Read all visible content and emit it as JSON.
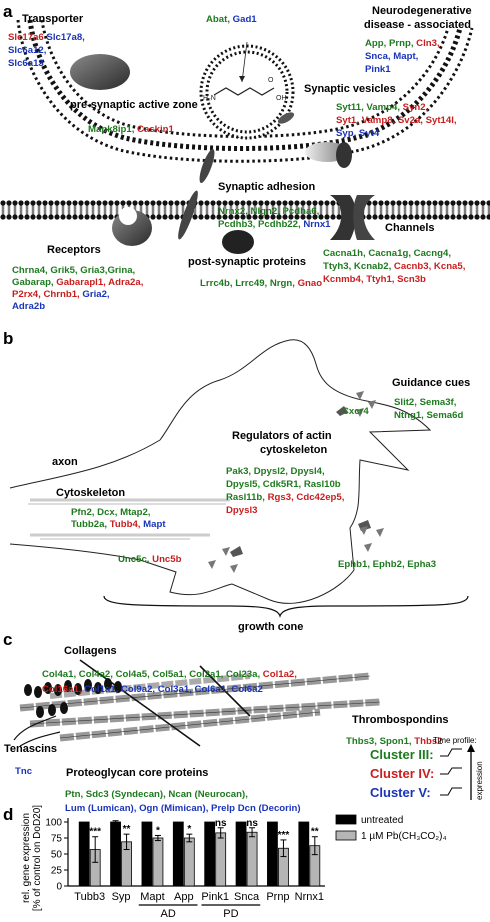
{
  "panels": {
    "a": "a",
    "b": "b",
    "c": "c",
    "d": "d"
  },
  "panel_a": {
    "transporter": {
      "title": "Transporter",
      "genes": [
        [
          {
            "t": "Slc17a6",
            "c": "red"
          },
          {
            "t": "Slc17a8,",
            "c": "blue"
          }
        ],
        [
          {
            "t": "Slc6a12,",
            "c": "blue"
          }
        ],
        [
          {
            "t": "Slc6a13",
            "c": "blue"
          }
        ]
      ]
    },
    "abat": [
      {
        "t": "Abat,",
        "c": "green"
      },
      {
        "t": "Gad1",
        "c": "blue"
      }
    ],
    "neuro": {
      "title1": "Neurodegenerative",
      "title2": "disease - associated",
      "genes": [
        [
          {
            "t": "App,",
            "c": "green"
          },
          {
            "t": "Prnp,",
            "c": "green"
          },
          {
            "t": "Cln3,",
            "c": "red"
          }
        ],
        [
          {
            "t": "Snca,",
            "c": "blue"
          },
          {
            "t": "Mapt,",
            "c": "blue"
          }
        ],
        [
          {
            "t": "Pink1",
            "c": "blue"
          }
        ]
      ]
    },
    "active_zone": {
      "title": "pre-synaptic active zone",
      "genes": [
        [
          {
            "t": "Mapk8ip1,",
            "c": "green"
          },
          {
            "t": "Caskin1",
            "c": "red"
          }
        ]
      ]
    },
    "vesicles": {
      "title": "Synaptic vesicles",
      "genes": [
        [
          {
            "t": "Syt11,",
            "c": "green"
          },
          {
            "t": "Vamp4,",
            "c": "green"
          },
          {
            "t": "Syn2,",
            "c": "red"
          }
        ],
        [
          {
            "t": "Syt1,",
            "c": "red"
          },
          {
            "t": "Vamp8,",
            "c": "red"
          },
          {
            "t": "Sv2a,",
            "c": "red"
          },
          {
            "t": "Syt14l,",
            "c": "red"
          }
        ],
        [
          {
            "t": "Syp,",
            "c": "blue"
          },
          {
            "t": "Syt4",
            "c": "blue"
          }
        ]
      ]
    },
    "adhesion": {
      "title": "Synaptic adhesion",
      "genes": [
        [
          {
            "t": "Nrnx2,",
            "c": "green"
          },
          {
            "t": "Nlgn2,",
            "c": "green"
          },
          {
            "t": "Pcdha6,",
            "c": "green"
          }
        ],
        [
          {
            "t": "Pcdhb3,",
            "c": "green"
          },
          {
            "t": "Pcdhb22,",
            "c": "green"
          },
          {
            "t": "Nrnx1",
            "c": "blue"
          }
        ]
      ]
    },
    "receptors": {
      "title": "Receptors",
      "genes": [
        [
          {
            "t": "Chrna4,",
            "c": "green"
          },
          {
            "t": "Grik5,",
            "c": "green"
          },
          {
            "t": "Gria3,Grina,",
            "c": "green"
          }
        ],
        [
          {
            "t": "Gabarap,",
            "c": "green"
          },
          {
            "t": "Gabarapl1,",
            "c": "red"
          },
          {
            "t": "Adra2a,",
            "c": "red"
          }
        ],
        [
          {
            "t": "P2rx4,",
            "c": "red"
          },
          {
            "t": "Chrnb1,",
            "c": "red"
          },
          {
            "t": "Gria2,",
            "c": "blue"
          }
        ],
        [
          {
            "t": "Adra2b",
            "c": "blue"
          }
        ]
      ]
    },
    "postsyn": {
      "title": "post-synaptic proteins",
      "genes": [
        [
          {
            "t": "Lrrc4b,",
            "c": "green"
          },
          {
            "t": "Lrrc49,",
            "c": "green"
          },
          {
            "t": "Nrgn,",
            "c": "green"
          },
          {
            "t": "Gnao",
            "c": "red"
          }
        ]
      ]
    },
    "channels": {
      "title": "Channels",
      "genes": [
        [
          {
            "t": "Cacna1h,",
            "c": "green"
          },
          {
            "t": "Cacna1g,",
            "c": "green"
          },
          {
            "t": "Cacng4,",
            "c": "green"
          }
        ],
        [
          {
            "t": "Ttyh3,",
            "c": "green"
          },
          {
            "t": "Kcnab2,",
            "c": "green"
          },
          {
            "t": "Cacnb3,",
            "c": "red"
          },
          {
            "t": "Kcna5,",
            "c": "red"
          }
        ],
        [
          {
            "t": "Kcnmb4,",
            "c": "red"
          },
          {
            "t": "Ttyh1,",
            "c": "red"
          },
          {
            "t": "Scn3b",
            "c": "red"
          }
        ]
      ]
    }
  },
  "panel_b": {
    "axon": "axon",
    "guidance": {
      "title": "Guidance cues",
      "genes": [
        [
          {
            "t": "Slit2,",
            "c": "green"
          },
          {
            "t": "Sema3f,",
            "c": "green"
          }
        ],
        [
          {
            "t": "Ntng1,",
            "c": "green"
          },
          {
            "t": "Sema6d",
            "c": "green"
          }
        ]
      ]
    },
    "cxcr4": [
      {
        "t": "Cxcr4",
        "c": "green"
      }
    ],
    "actin": {
      "title1": "Regulators of actin",
      "title2": "cytoskeleton",
      "genes": [
        [
          {
            "t": "Pak3,",
            "c": "green"
          },
          {
            "t": "Dpysl2,",
            "c": "green"
          },
          {
            "t": "Dpysl4,",
            "c": "green"
          }
        ],
        [
          {
            "t": "Dpysl5,",
            "c": "green"
          },
          {
            "t": "Cdk5R1,",
            "c": "green"
          },
          {
            "t": "Rasl10b",
            "c": "green"
          }
        ],
        [
          {
            "t": "Rasl11b,",
            "c": "green"
          },
          {
            "t": "Rgs3,",
            "c": "red"
          },
          {
            "t": "Cdc42ep5,",
            "c": "red"
          }
        ],
        [
          {
            "t": "Dpysl3",
            "c": "red"
          }
        ]
      ]
    },
    "cytoskeleton": {
      "title": "Cytoskeleton",
      "genes": [
        [
          {
            "t": "Pfn2,",
            "c": "green"
          },
          {
            "t": "Dcx,",
            "c": "green"
          },
          {
            "t": "Mtap2,",
            "c": "green"
          }
        ],
        [
          {
            "t": "Tubb2a,",
            "c": "green"
          },
          {
            "t": "Tubb4,",
            "c": "red"
          },
          {
            "t": "Mapt",
            "c": "blue"
          }
        ]
      ]
    },
    "unc": [
      {
        "t": "Unc5c,",
        "c": "green"
      },
      {
        "t": "Unc5b",
        "c": "red"
      }
    ],
    "eph": [
      {
        "t": "Ephb1,",
        "c": "green"
      },
      {
        "t": "Ephb2,",
        "c": "green"
      },
      {
        "t": "Epha3",
        "c": "green"
      }
    ],
    "growth_cone": "growth cone"
  },
  "panel_c": {
    "collagens": {
      "title": "Collagens",
      "genes": [
        [
          {
            "t": "Col4a1,",
            "c": "green"
          },
          {
            "t": "Col4a2,",
            "c": "green"
          },
          {
            "t": "Col4a5,",
            "c": "green"
          },
          {
            "t": "Col5a1,",
            "c": "green"
          },
          {
            "t": "Col2a1,",
            "c": "green"
          },
          {
            "t": "Col23a,",
            "c": "green"
          },
          {
            "t": "Col1a2,",
            "c": "red"
          }
        ],
        [
          {
            "t": "Col16a1,",
            "c": "red"
          },
          {
            "t": "Col1a1,",
            "c": "blue"
          },
          {
            "t": "Col9a2,",
            "c": "blue"
          },
          {
            "t": "Col3a1,",
            "c": "blue"
          },
          {
            "t": "Col6a1,",
            "c": "blue"
          },
          {
            "t": "Col6a2",
            "c": "blue"
          }
        ]
      ]
    },
    "thrombo": {
      "title": "Thrombospondins",
      "genes": [
        [
          {
            "t": "Thbs3,",
            "c": "green"
          },
          {
            "t": "Spon1,",
            "c": "green"
          },
          {
            "t": "Thbs2",
            "c": "red"
          }
        ]
      ]
    },
    "tenascins": {
      "title": "Tenascins",
      "genes": [
        [
          {
            "t": "Tnc",
            "c": "blue"
          }
        ]
      ]
    },
    "proteoglycan": {
      "title": "Proteoglycan core proteins",
      "genes": [
        [
          {
            "t": "Ptn,",
            "c": "green"
          },
          {
            "t": "Sdc3 (Syndecan),",
            "c": "green"
          },
          {
            "t": "Ncan (Neurocan),",
            "c": "green"
          }
        ],
        [
          {
            "t": "Lum (Lumican),",
            "c": "blue"
          },
          {
            "t": "Ogn (Mimican),",
            "c": "blue"
          },
          {
            "t": "Prelp Dcn (Decorin)",
            "c": "blue"
          }
        ]
      ]
    },
    "legend": {
      "time_profile": "Time profile:",
      "expression": "expression",
      "clusters": [
        {
          "t": "Cluster III:",
          "c": "green"
        },
        {
          "t": "Cluster IV:",
          "c": "red"
        },
        {
          "t": "Cluster V:",
          "c": "blue"
        }
      ]
    }
  },
  "chart_data": {
    "type": "bar",
    "categories": [
      "Tubb3",
      "Syp",
      "Mapt",
      "App",
      "Pink1",
      "Snca",
      "Prnp",
      "Nrnx1"
    ],
    "series": [
      {
        "name": "untreated",
        "color": "#000000",
        "values": [
          100,
          100,
          100,
          100,
          100,
          100,
          100,
          100
        ],
        "errors": [
          0,
          2,
          0,
          0,
          0,
          0,
          0,
          0
        ]
      },
      {
        "name": "1 µM Pb(CH₃CO₂)₄",
        "color": "#b5b5b5",
        "values": [
          57,
          69,
          75,
          75,
          83,
          84,
          59,
          63
        ],
        "errors": [
          20,
          12,
          4,
          6,
          8,
          7,
          13,
          14
        ]
      }
    ],
    "significance": [
      "***",
      "**",
      "*",
      "*",
      "ns",
      "ns",
      "***",
      "**"
    ],
    "ylabel": [
      "rel. gene expression",
      "[% of control on DoD20]"
    ],
    "ylim": [
      0,
      100
    ],
    "yticks": [
      0,
      25,
      50,
      75,
      100
    ],
    "groups": [
      {
        "label": "AD",
        "from": 2,
        "to": 3
      },
      {
        "label": "PD",
        "from": 4,
        "to": 5
      }
    ]
  }
}
